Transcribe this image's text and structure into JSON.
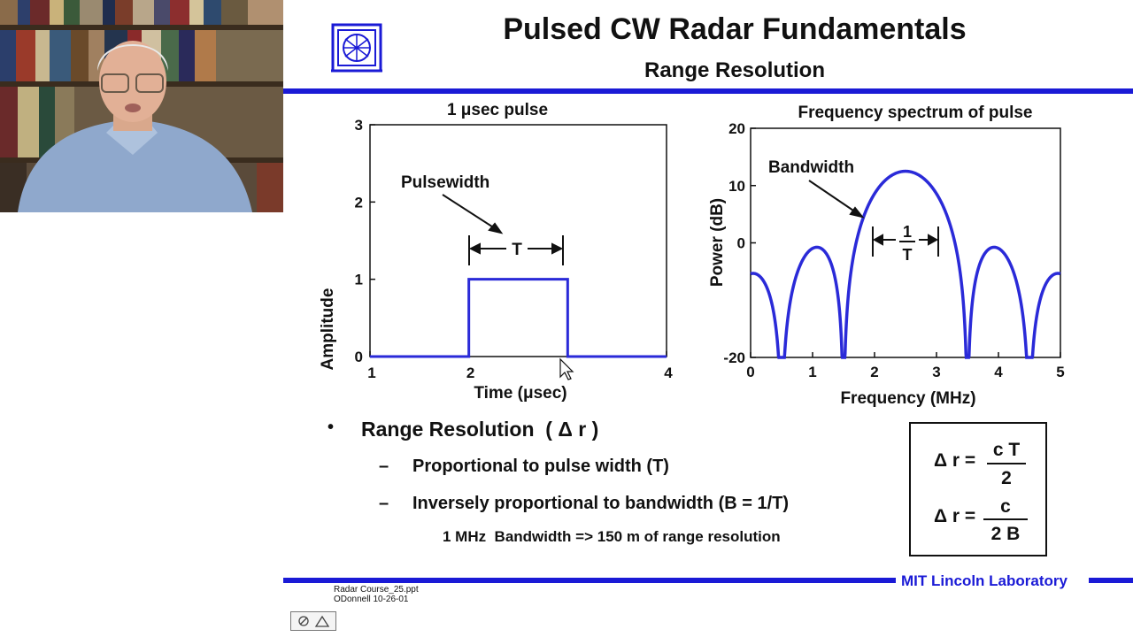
{
  "slide": {
    "title": "Pulsed CW Radar Fundamentals",
    "subtitle": "Range Resolution",
    "footer_org": "MIT Lincoln Laboratory",
    "file_line1": "Radar Course_25.ppt",
    "file_line2": "ODonnell 10-26-01"
  },
  "bullets": {
    "main_label": "Range Resolution",
    "main_symbol": "( Δ r )",
    "sub1": "Proportional to pulse width (T)",
    "sub2": "Inversely proportional to bandwidth (B = 1/T)",
    "note": "1 MHz  Bandwidth => 150 m of range resolution",
    "bullet_mark": "•",
    "dash_mark": "–"
  },
  "formula": {
    "lhs": "Δ r =",
    "num1": "c T",
    "den1": "2",
    "num2": "c",
    "den2": "2 B"
  },
  "colors": {
    "accent": "#1a1ad6",
    "chart_line": "#2a2ad8"
  },
  "chart_data": [
    {
      "type": "line",
      "title": "1 μsec pulse",
      "xlabel": "Time (μsec)",
      "ylabel": "Amplitude",
      "xlim": [
        1,
        4
      ],
      "ylim": [
        0,
        3
      ],
      "x_ticks": [
        "1",
        "2",
        "4"
      ],
      "y_ticks": [
        "0",
        "1",
        "2",
        "3"
      ],
      "annotation_pulsewidth": "Pulsewidth",
      "annotation_T": "T",
      "series": [
        {
          "x": [
            1,
            2,
            2,
            3,
            3,
            4
          ],
          "y": [
            0,
            0,
            1,
            1,
            0,
            0
          ]
        }
      ],
      "grid": false
    },
    {
      "type": "line",
      "title": "Frequency spectrum of pulse",
      "xlabel": "Frequency (MHz)",
      "ylabel": "Power (dB)",
      "xlim": [
        0,
        5
      ],
      "ylim": [
        -20,
        20
      ],
      "x_ticks": [
        "0",
        "1",
        "2",
        "3",
        "4",
        "5"
      ],
      "y_ticks": [
        "-20",
        "0",
        "10",
        "20"
      ],
      "annotation_bandwidth": "Bandwidth",
      "annotation_frac_num": "1",
      "annotation_frac_den": "T",
      "center": 2.5,
      "peak_db": 12.5,
      "grid": false
    }
  ],
  "controls": {
    "pen_icon_label": "pen-tool"
  }
}
